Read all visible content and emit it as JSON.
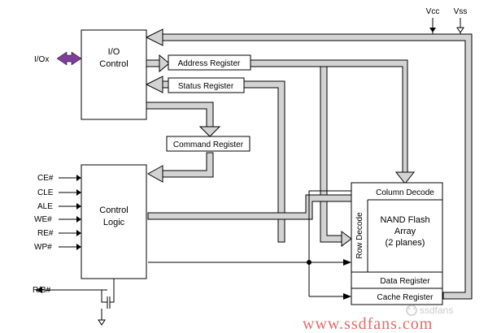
{
  "diagram": {
    "io_control": {
      "line1": "I/O",
      "line2": "Control"
    },
    "control_logic": {
      "line1": "Control",
      "line2": "Logic"
    },
    "registers": {
      "address": "Address Register",
      "status": "Status Register",
      "command": "Command Register",
      "column_decode": "Column Decode",
      "row_decode": "Row Decode",
      "data": "Data Register",
      "cache": "Cache Register"
    },
    "array": {
      "line1": "NAND Flash",
      "line2": "Array",
      "line3": "(2 planes)"
    },
    "signals": {
      "io": "I/Ox",
      "inputs": [
        "CE#",
        "CLE",
        "ALE",
        "WE#",
        "RE#",
        "WP#"
      ],
      "rb": "R/B#",
      "vcc": "Vcc",
      "vss": "Vss"
    },
    "watermark": {
      "logo": "ssdfans",
      "url": "www.ssdfans.com"
    }
  }
}
